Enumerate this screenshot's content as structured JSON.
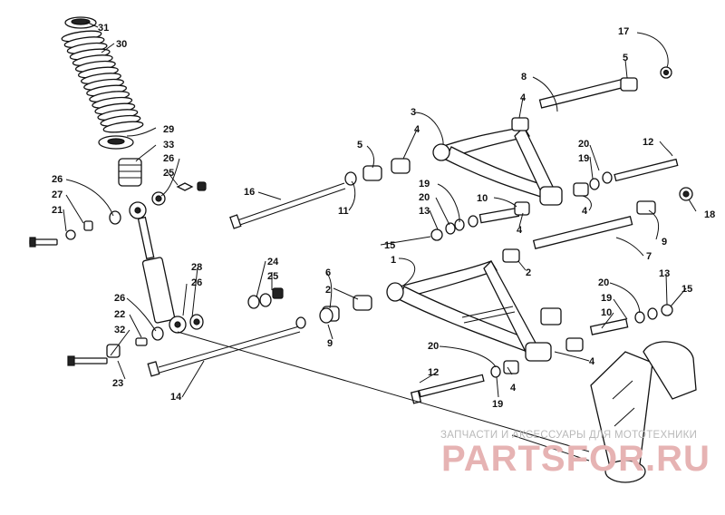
{
  "callouts": [
    {
      "id": "c31",
      "text": "31"
    },
    {
      "id": "c30",
      "text": "30"
    },
    {
      "id": "c29",
      "text": "29"
    },
    {
      "id": "c33",
      "text": "33"
    },
    {
      "id": "c26a",
      "text": "26"
    },
    {
      "id": "c25a",
      "text": "25"
    },
    {
      "id": "c26b",
      "text": "26"
    },
    {
      "id": "c27",
      "text": "27"
    },
    {
      "id": "c21",
      "text": "21"
    },
    {
      "id": "c16",
      "text": "16"
    },
    {
      "id": "c11",
      "text": "11"
    },
    {
      "id": "c5a",
      "text": "5"
    },
    {
      "id": "c4a",
      "text": "4"
    },
    {
      "id": "c3",
      "text": "3"
    },
    {
      "id": "c4b",
      "text": "4"
    },
    {
      "id": "c8",
      "text": "8"
    },
    {
      "id": "c5b",
      "text": "5"
    },
    {
      "id": "c17",
      "text": "17"
    },
    {
      "id": "c12a",
      "text": "12"
    },
    {
      "id": "c20a",
      "text": "20"
    },
    {
      "id": "c19a",
      "text": "19"
    },
    {
      "id": "c19b",
      "text": "19"
    },
    {
      "id": "c20b",
      "text": "20"
    },
    {
      "id": "c13a",
      "text": "13"
    },
    {
      "id": "c10a",
      "text": "10"
    },
    {
      "id": "c4c",
      "text": "4"
    },
    {
      "id": "c4d",
      "text": "4"
    },
    {
      "id": "c18",
      "text": "18"
    },
    {
      "id": "c15a",
      "text": "15"
    },
    {
      "id": "c9a",
      "text": "9"
    },
    {
      "id": "c7",
      "text": "7"
    },
    {
      "id": "c1",
      "text": "1"
    },
    {
      "id": "c2a",
      "text": "2"
    },
    {
      "id": "c28",
      "text": "28"
    },
    {
      "id": "c24",
      "text": "24"
    },
    {
      "id": "c25b",
      "text": "25"
    },
    {
      "id": "c26c",
      "text": "26"
    },
    {
      "id": "c6",
      "text": "6"
    },
    {
      "id": "c2b",
      "text": "2"
    },
    {
      "id": "c9b",
      "text": "9"
    },
    {
      "id": "c26d",
      "text": "26"
    },
    {
      "id": "c22",
      "text": "22"
    },
    {
      "id": "c32",
      "text": "32"
    },
    {
      "id": "c23",
      "text": "23"
    },
    {
      "id": "c14",
      "text": "14"
    },
    {
      "id": "c20c",
      "text": "20"
    },
    {
      "id": "c13b",
      "text": "13"
    },
    {
      "id": "c15b",
      "text": "15"
    },
    {
      "id": "c19c",
      "text": "19"
    },
    {
      "id": "c10b",
      "text": "10"
    },
    {
      "id": "c4e",
      "text": "4"
    },
    {
      "id": "c20d",
      "text": "20"
    },
    {
      "id": "c12b",
      "text": "12"
    },
    {
      "id": "c19d",
      "text": "19"
    },
    {
      "id": "c4f",
      "text": "4"
    }
  ],
  "watermark": {
    "caption": "ЗАПЧАСТИ И АКСЕССУАРЫ ДЛЯ МОТОТЕХНИКИ",
    "logo": "PARTSFOR.RU"
  }
}
